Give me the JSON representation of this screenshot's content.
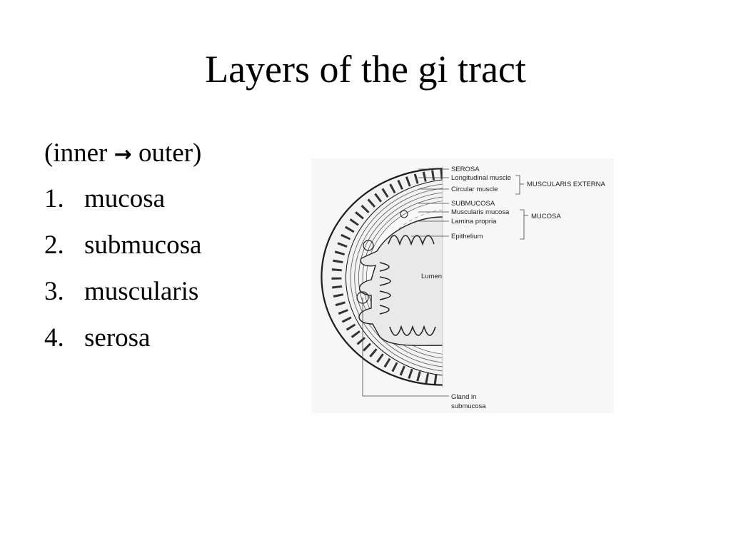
{
  "slide": {
    "title": "Layers of the gi tract",
    "subhead_start": "(inner ",
    "subhead_arrow": "→",
    "subhead_end": " outer)",
    "layers": [
      {
        "num": "1.",
        "label": "mucosa"
      },
      {
        "num": "2.",
        "label": "submucosa"
      },
      {
        "num": "3.",
        "label": "muscularis"
      },
      {
        "num": "4.",
        "label": "serosa"
      }
    ]
  },
  "figure": {
    "labels": {
      "serosa": "SEROSA",
      "longitudinal": "Longitudinal muscle",
      "circular": "Circular muscle",
      "submucosa": "SUBMUCOSA",
      "muscularis_mucosa": "Muscularis mucosa",
      "lamina_propria": "Lamina propria",
      "epithelium": "Epithelium",
      "muscularis_externa": "MUSCULARIS EXTERNA",
      "mucosa": "MUCOSA",
      "lumen": "Lumen",
      "gland_line1": "Gland in",
      "gland_line2": "submucosa"
    }
  }
}
